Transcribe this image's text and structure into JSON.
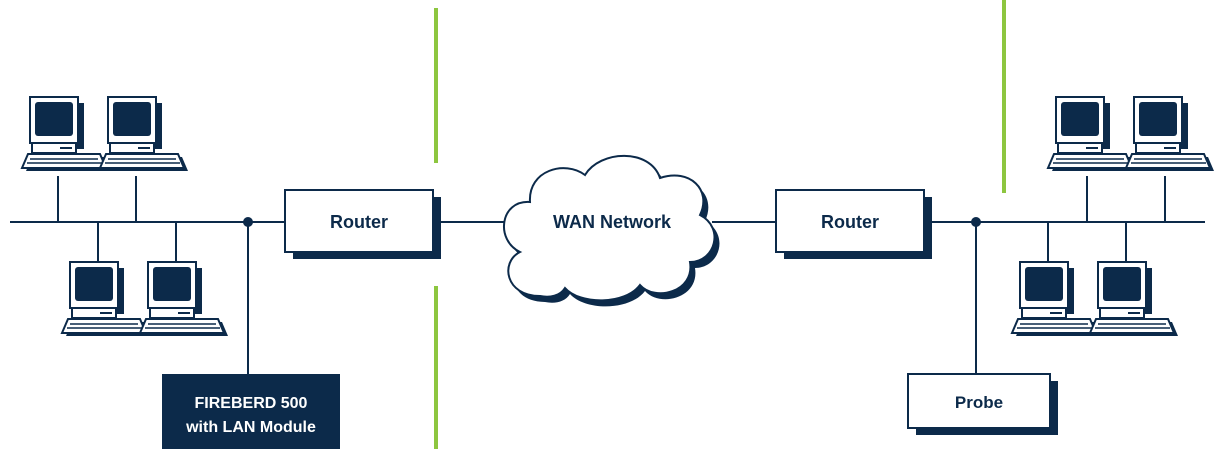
{
  "labels": {
    "router_left": "Router",
    "router_right": "Router",
    "wan": "WAN Network",
    "fireberd_line1": "FIREBERD 500",
    "fireberd_line2": "with LAN Module",
    "probe": "Probe"
  },
  "colors": {
    "navy": "#0c2a4a",
    "accent_green": "#8dc63f",
    "line": "#0c2a4a",
    "box_fill": "#ffffff"
  },
  "icons": {
    "computer": "desktop-computer-icon",
    "cloud": "cloud-icon"
  }
}
